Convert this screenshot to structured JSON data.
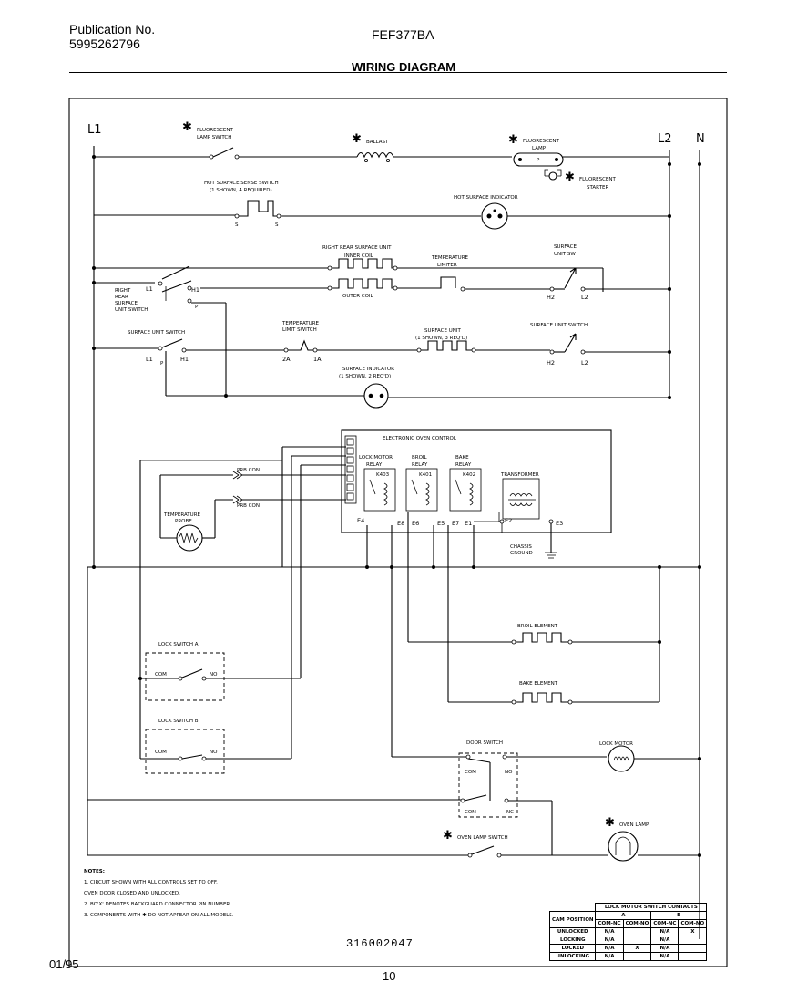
{
  "header": {
    "publication_label": "Publication No.",
    "publication_number": "5995262796",
    "model": "FEF377BA",
    "title": "WIRING DIAGRAM"
  },
  "footer": {
    "date": "01/95",
    "page": "10",
    "drawing_number": "316002047"
  },
  "lines": {
    "l1": "L1",
    "l2": "L2",
    "n": "N"
  },
  "labels": {
    "fluorescent_lamp_switch_1": "FLUORESCENT",
    "fluorescent_lamp_switch_2": "LAMP SWITCH",
    "ballast": "BALLAST",
    "fluorescent_lamp_1": "FLUORESCENT",
    "fluorescent_lamp_2": "LAMP",
    "fluorescent_starter_1": "FLUORESCENT",
    "fluorescent_starter_2": "STARTER",
    "hot_surface_sense_1": "HOT SURFACE SENSE SWITCH",
    "hot_surface_sense_2": "(1 SHOWN, 4 REQUIRED)",
    "hot_surface_indicator": "HOT SURFACE INDICATOR",
    "right_rear_unit": "RIGHT REAR SURFACE UNIT",
    "inner_coil": "INNER COIL",
    "outer_coil": "OUTER COIL",
    "temperature_limiter_1": "TEMPERATURE",
    "temperature_limiter_2": "LIMITER",
    "surface_unit_sw_1": "SURFACE",
    "surface_unit_sw_2": "UNIT SW",
    "rr_switch_1": "RIGHT",
    "rr_switch_2": "REAR",
    "rr_switch_3": "SURFACE",
    "rr_switch_4": "UNIT SWITCH",
    "surface_unit_switch_left": "SURFACE UNIT SWITCH",
    "temp_limit_switch_1": "TEMPERATURE",
    "temp_limit_switch_2": "LIMIT SWITCH",
    "surface_unit_mid_1": "SURFACE UNIT",
    "surface_unit_mid_2": "(1 SHOWN, 3 REQ'D)",
    "surface_unit_switch_right": "SURFACE UNIT SWITCH",
    "surface_indicator_1": "SURFACE INDICATOR",
    "surface_indicator_2": "(1 SHOWN, 2 REQ'D)",
    "electronic_oven_control": "ELECTRONIC OVEN CONTROL",
    "lock_motor_relay_1": "LOCK MOTOR",
    "lock_motor_relay_2": "RELAY",
    "broil_relay_1": "BROIL",
    "broil_relay_2": "RELAY",
    "bake_relay_1": "BAKE",
    "bake_relay_2": "RELAY",
    "transformer": "TRANSFORMER",
    "k403": "K403",
    "k401": "K401",
    "k402": "K402",
    "prb_con_1": "PRB CON",
    "prb_con_2": "PRB CON",
    "temperature_probe_1": "TEMPERATURE",
    "temperature_probe_2": "PROBE",
    "chassis_ground_1": "CHASSIS",
    "chassis_ground_2": "GROUND",
    "broil_element": "BROIL ELEMENT",
    "bake_element": "BAKE ELEMENT",
    "lock_switch_a": "LOCK SWITCH A",
    "lock_switch_b": "LOCK SWITCH B",
    "com": "COM",
    "no": "NO",
    "nc": "NC",
    "door_switch": "DOOR SWITCH",
    "lock_motor": "LOCK MOTOR",
    "oven_lamp": "OVEN LAMP",
    "oven_lamp_switch": "OVEN LAMP SWITCH",
    "star": "✱"
  },
  "notes": {
    "title": "NOTES:",
    "items": [
      "1.  CIRCUIT SHOWN WITH ALL CONTROLS SET TO OFF.",
      "     OVEN DOOR CLOSED AND UNLOCKED.",
      "2.  BO'X' DENOTES BACKGUARD CONNECTOR PIN NUMBER.",
      "3.  COMPONENTS WITH ✱ DO NOT APPEAR ON ALL MODELS."
    ]
  },
  "cam_table": {
    "title": "LOCK MOTOR SWITCH CONTACTS",
    "position_header": "CAM POSITION",
    "col_a": "A",
    "col_b": "B",
    "subheaders": [
      "COM-NC",
      "COM-NO",
      "COM-NC",
      "COM-NO"
    ],
    "rows": [
      {
        "position": "UNLOCKED",
        "cells": [
          "N/A",
          "",
          "N/A",
          "X"
        ]
      },
      {
        "position": "LOCKING",
        "cells": [
          "N/A",
          "",
          "N/A",
          ""
        ]
      },
      {
        "position": "LOCKED",
        "cells": [
          "N/A",
          "X",
          "N/A",
          ""
        ]
      },
      {
        "position": "UNLOCKING",
        "cells": [
          "N/A",
          "",
          "N/A",
          ""
        ]
      }
    ]
  }
}
